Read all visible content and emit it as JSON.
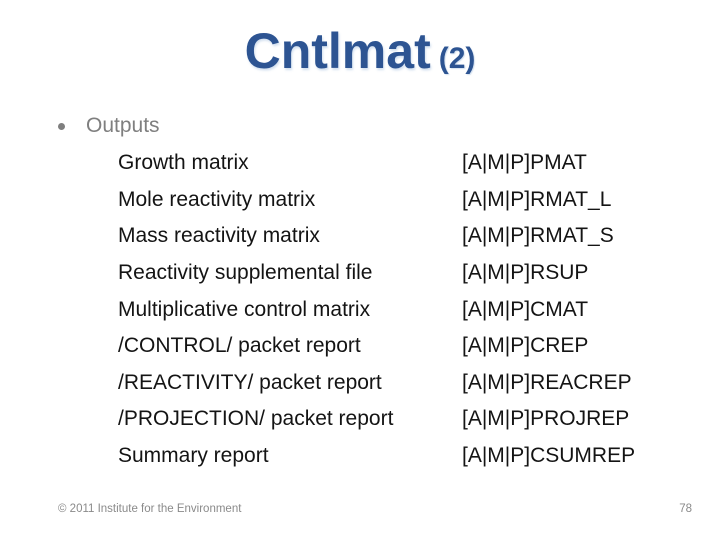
{
  "slide": {
    "title": "Cntlmat",
    "title_suffix": "(2)",
    "bullet_label": "Outputs",
    "rows": [
      {
        "label": "Growth matrix",
        "code": "[A|M|P]PMAT"
      },
      {
        "label": "Mole reactivity matrix",
        "code": "[A|M|P]RMAT_L"
      },
      {
        "label": "Mass reactivity matrix",
        "code": "[A|M|P]RMAT_S"
      },
      {
        "label": "Reactivity supplemental file",
        "code": "[A|M|P]RSUP"
      },
      {
        "label": "Multiplicative control matrix",
        "code": "[A|M|P]CMAT"
      },
      {
        "label": "/CONTROL/ packet report",
        "code": "[A|M|P]CREP"
      },
      {
        "label": "/REACTIVITY/ packet report",
        "code": "[A|M|P]REACREP"
      },
      {
        "label": "/PROJECTION/ packet report",
        "code": "[A|M|P]PROJREP"
      },
      {
        "label": "Summary report",
        "code": "[A|M|P]CSUMREP"
      }
    ],
    "footer": {
      "copyright": "© 2011 Institute for the Environment",
      "page_number": "78"
    },
    "colors": {
      "title": "#2d5492",
      "bullet_text": "#7f7f7f",
      "body_text": "#141414",
      "footer_text": "#8a8a8a"
    }
  }
}
